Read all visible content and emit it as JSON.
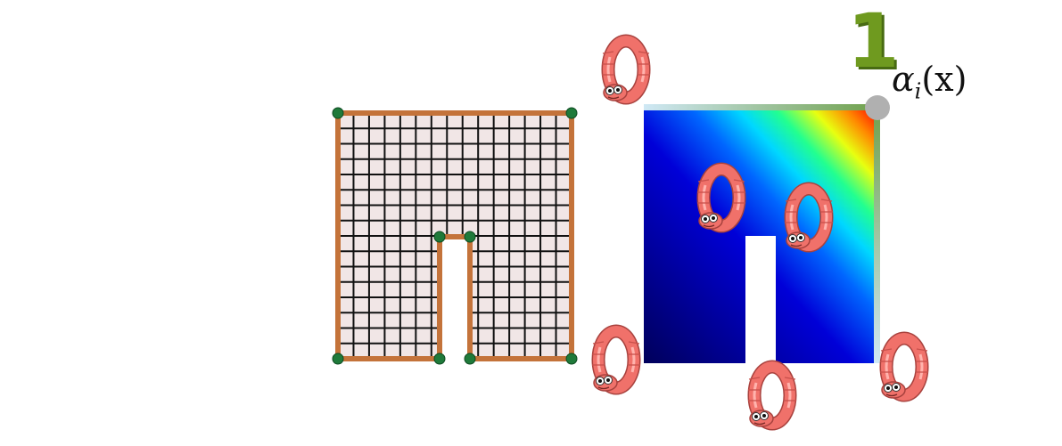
{
  "figure": {
    "left_panel": {
      "kind": "grid-mesh",
      "grid_color": "#111111",
      "cell_fill": "#f1e6e6",
      "boundary_color": "#c4733a",
      "node_color": "#1f7a3a"
    },
    "right_panel": {
      "kind": "basis-function-heatmap",
      "colormap": [
        "#00008b",
        "#0000ff",
        "#00bfff",
        "#00ff7f",
        "#ffff00",
        "#ff8c00",
        "#ff0000"
      ],
      "edge_highlight_color": "#7aa85a",
      "active_vertex_color": "#b0b0b0",
      "marker_label": "1",
      "function_label": {
        "symbol": "α",
        "subscript": "i",
        "argument": "(x)"
      }
    },
    "mascot_icon": "ring-worm-icon",
    "mascot_color": "#f0716a"
  }
}
